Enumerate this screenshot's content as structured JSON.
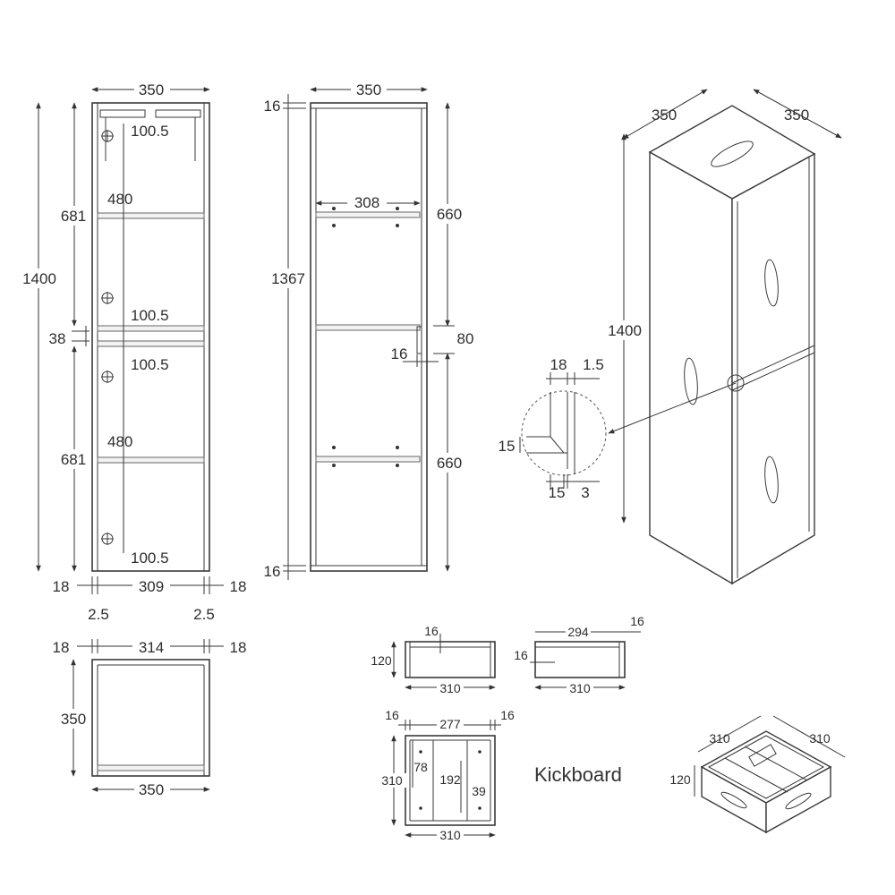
{
  "front_view": {
    "width": "350",
    "height_total": "1400",
    "upper_section": "681",
    "lower_section": "681",
    "divider": "38",
    "hinge_offset_top": "100.5",
    "hinge_gap_upper": "480",
    "hinge_offset_mid_upper": "100.5",
    "hinge_offset_mid_lower": "100.5",
    "hinge_gap_lower": "480",
    "hinge_offset_bottom": "100.5",
    "side_left": "18",
    "inner_width": "309",
    "side_right": "18",
    "gap_left": "2.5",
    "gap_right": "2.5"
  },
  "side_view": {
    "width": "350",
    "top_thickness": "16",
    "inner_height": "1367",
    "bottom_thickness": "16",
    "shelf_width": "308",
    "upper_height": "660",
    "lower_height": "660",
    "rail_height": "80",
    "rail_depth": "16"
  },
  "top_view": {
    "side_left": "18",
    "inner_width": "314",
    "side_right": "18",
    "depth": "350",
    "width": "350"
  },
  "iso_view": {
    "width": "350",
    "depth": "350",
    "height": "1400"
  },
  "detail": {
    "top_a": "18",
    "top_b": "1.5",
    "side": "15",
    "bottom_a": "15",
    "bottom_b": "3"
  },
  "kickboard": {
    "label": "Kickboard",
    "front_thickness": "16",
    "front_height": "120",
    "front_width": "310",
    "side_length": "294",
    "side_thickness_top": "16",
    "side_thickness_left": "16",
    "side_width": "310",
    "plan_left": "16",
    "plan_inner": "277",
    "plan_right": "16",
    "plan_depth": "310",
    "plan_a": "78",
    "plan_b": "192",
    "plan_c": "39",
    "plan_width": "310",
    "iso_width": "310",
    "iso_depth": "310",
    "iso_height": "120"
  }
}
